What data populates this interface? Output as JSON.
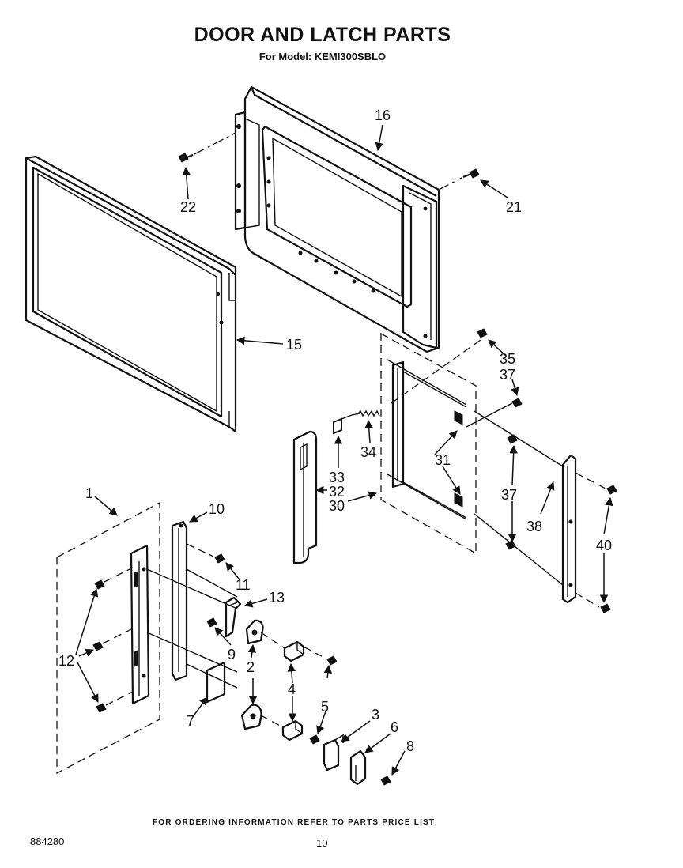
{
  "header": {
    "title": "DOOR AND LATCH PARTS",
    "subtitle": "For Model: KEMI300SBLO"
  },
  "footer": {
    "ordering_note": "FOR ORDERING INFORMATION REFER TO PARTS PRICE LIST",
    "document_number": "884280",
    "page_number": "10"
  },
  "callouts": {
    "c1": "1",
    "c2": "2",
    "c3": "3",
    "c4": "4",
    "c5": "5",
    "c6": "6",
    "c7": "7",
    "c8": "8",
    "c9": "9",
    "c10": "10",
    "c11": "11",
    "c12": "12",
    "c13": "13",
    "c15": "15",
    "c16": "16",
    "c21": "21",
    "c22": "22",
    "c30": "30",
    "c31": "31",
    "c32": "32",
    "c33": "33",
    "c34": "34",
    "c35": "35",
    "c37a": "37",
    "c37b": "37",
    "c38": "38",
    "c40": "40"
  }
}
